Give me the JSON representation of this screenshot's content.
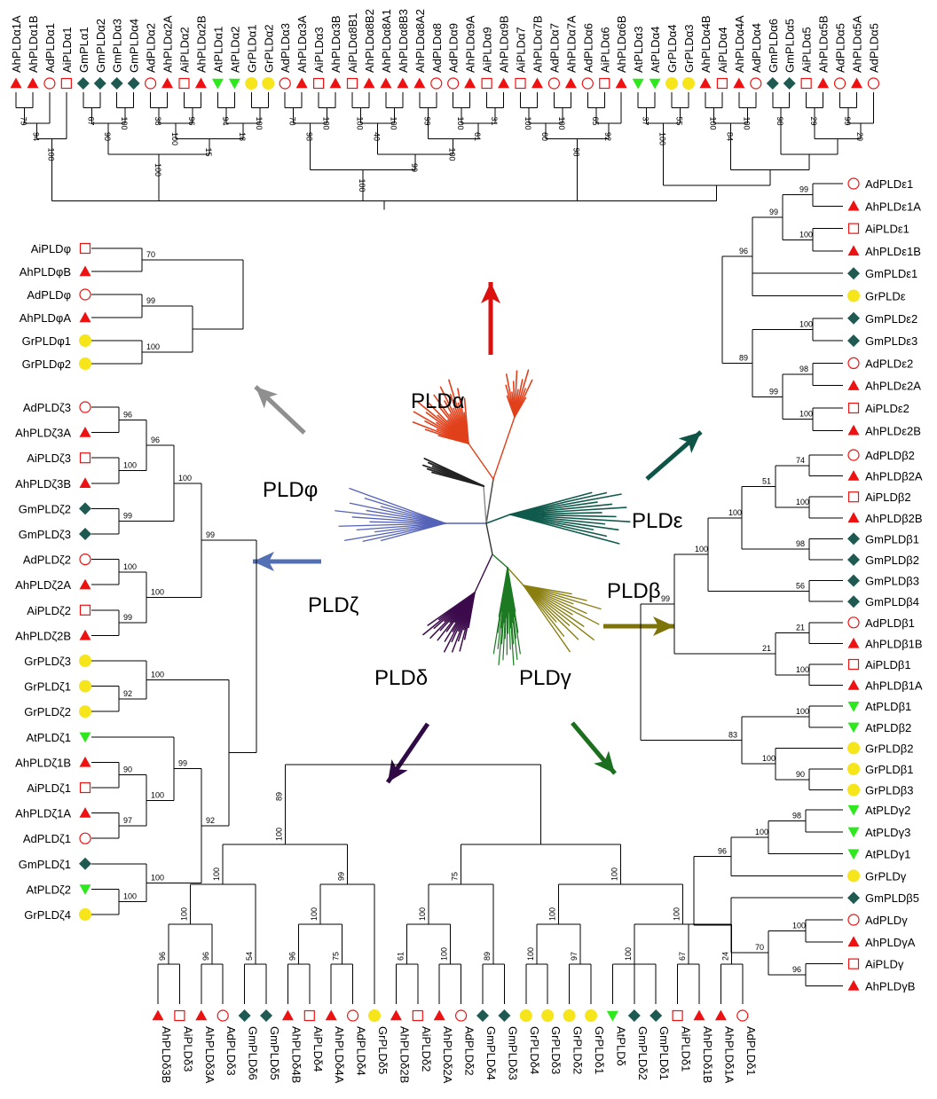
{
  "colors": {
    "Ah": "#ee1111",
    "Ai": "#ee1111",
    "Ad": "#ee1111",
    "Gm": "#1f5a52",
    "Gr": "#f5e51a",
    "At": "#2ee81e",
    "alpha": "#e0401a",
    "phi": "#909090",
    "zeta": "#5462b8",
    "delta": "#3c0b4c",
    "gamma": "#1d7a23",
    "beta": "#8a7f10",
    "epsilon": "#0f5a4c"
  },
  "markers": {
    "Ah": "triangle-up-filled",
    "Ai": "square-open",
    "Ad": "circle-open",
    "Gm": "diamond-filled",
    "Gr": "circle-filled",
    "At": "triangle-down-filled"
  },
  "center": {
    "labels": {
      "alpha": "PLDα",
      "phi": "PLDφ",
      "zeta": "PLDζ",
      "delta": "PLDδ",
      "gamma": "PLDγ",
      "beta": "PLDβ",
      "epsilon": "PLDε"
    }
  },
  "clades": {
    "alpha": {
      "leaves": [
        {
          "name": "AhPLDα1A",
          "sp": "Ah"
        },
        {
          "name": "AhPLDα1B",
          "sp": "Ah"
        },
        {
          "name": "AdPLDα1",
          "sp": "Ad"
        },
        {
          "name": "AiPLDα1",
          "sp": "Ai"
        },
        {
          "name": "GmPLα1",
          "sp": "Gm"
        },
        {
          "name": "GmPLDα2",
          "sp": "Gm"
        },
        {
          "name": "GmPLDα3",
          "sp": "Gm"
        },
        {
          "name": "GmPLDα4",
          "sp": "Gm"
        },
        {
          "name": "AdPLDα2",
          "sp": "Ad"
        },
        {
          "name": "AhPLDα2A",
          "sp": "Ah"
        },
        {
          "name": "AiPLDα2",
          "sp": "Ai"
        },
        {
          "name": "AhPLDα2B",
          "sp": "Ah"
        },
        {
          "name": "AtPLDα1",
          "sp": "At"
        },
        {
          "name": "AtPLDα2",
          "sp": "At"
        },
        {
          "name": "GrPLDα1",
          "sp": "Gr"
        },
        {
          "name": "GrPLDα2",
          "sp": "Gr"
        },
        {
          "name": "AdPLDα3",
          "sp": "Ad"
        },
        {
          "name": "AhPLDα3A",
          "sp": "Ah"
        },
        {
          "name": "AiPLDα3",
          "sp": "Ai"
        },
        {
          "name": "AhPLDα3B",
          "sp": "Ah"
        },
        {
          "name": "AiPLDα8B1",
          "sp": "Ai"
        },
        {
          "name": "AhPLDα8B2",
          "sp": "Ah"
        },
        {
          "name": "AhPLDα8A1",
          "sp": "Ah"
        },
        {
          "name": "AhPLDα8B3",
          "sp": "Ah"
        },
        {
          "name": "AhPLDα8A2",
          "sp": "Ah"
        },
        {
          "name": "AdPLDα8",
          "sp": "Ad"
        },
        {
          "name": "AdPLDα9",
          "sp": "Ad"
        },
        {
          "name": "AhPLDα9A",
          "sp": "Ah"
        },
        {
          "name": "AiPLDα9",
          "sp": "Ai"
        },
        {
          "name": "AhPLDα9B",
          "sp": "Ah"
        },
        {
          "name": "AiPLDα7",
          "sp": "Ai"
        },
        {
          "name": "AhPLDα7B",
          "sp": "Ah"
        },
        {
          "name": "AdPLDα7",
          "sp": "Ad"
        },
        {
          "name": "AhPLDα7A",
          "sp": "Ah"
        },
        {
          "name": "AdPLDα6",
          "sp": "Ad"
        },
        {
          "name": "AiPLDα6",
          "sp": "Ai"
        },
        {
          "name": "AhPLDα6B",
          "sp": "Ah"
        },
        {
          "name": "AtPLDα3",
          "sp": "At"
        },
        {
          "name": "AtPLDα4",
          "sp": "At"
        },
        {
          "name": "GrPLDα4",
          "sp": "Gr"
        },
        {
          "name": "GrPLDα3",
          "sp": "Gr"
        },
        {
          "name": "AhPLDα4B",
          "sp": "Ah"
        },
        {
          "name": "AiPLDα4",
          "sp": "Ai"
        },
        {
          "name": "AhPLDα4A",
          "sp": "Ah"
        },
        {
          "name": "AdPLDα4",
          "sp": "Ad"
        },
        {
          "name": "GmPLDα6",
          "sp": "Gm"
        },
        {
          "name": "GmPLDα5",
          "sp": "Gm"
        },
        {
          "name": "AiPLDα5",
          "sp": "Ai"
        },
        {
          "name": "AhPLDα5B",
          "sp": "Ah"
        },
        {
          "name": "AdPLDα5",
          "sp": "Ad"
        },
        {
          "name": "AhPLDα5A",
          "sp": "Ah"
        },
        {
          "name": "AdPLDα5",
          "sp": "Ad"
        }
      ],
      "bootstrap": [
        "79",
        "94",
        "100",
        "67",
        "100",
        "90",
        "38",
        "96",
        "100",
        "94",
        "100",
        "18",
        "15",
        "100",
        "70",
        "100",
        "98",
        "100",
        "100",
        "40",
        "99",
        "100",
        "31",
        "61",
        "100",
        "99",
        "100",
        "100",
        "100",
        "60",
        "65",
        "92",
        "98",
        "37",
        "55",
        "100",
        "100",
        "100",
        "84",
        "98",
        "29",
        "99",
        "20"
      ]
    },
    "phi": {
      "leaves": [
        {
          "name": "AiPLDφ",
          "sp": "Ai"
        },
        {
          "name": "AhPLDφB",
          "sp": "Ah"
        },
        {
          "name": "AdPLDφ",
          "sp": "Ad"
        },
        {
          "name": "AhPLDφA",
          "sp": "Ah"
        },
        {
          "name": "GrPLDφ1",
          "sp": "Gr"
        },
        {
          "name": "GrPLDφ2",
          "sp": "Gr"
        }
      ],
      "bootstrap": [
        "70",
        "99",
        "100"
      ]
    },
    "zeta": {
      "leaves": [
        {
          "name": "AdPLDζ3",
          "sp": "Ad"
        },
        {
          "name": "AhPLDζ3A",
          "sp": "Ah"
        },
        {
          "name": "AiPLDζ3",
          "sp": "Ai"
        },
        {
          "name": "AhPLDζ3B",
          "sp": "Ah"
        },
        {
          "name": "GmPLDζ2",
          "sp": "Gm"
        },
        {
          "name": "GmPLDζ3",
          "sp": "Gm"
        },
        {
          "name": "AdPLDζ2",
          "sp": "Ad"
        },
        {
          "name": "AhPLDζ2A",
          "sp": "Ah"
        },
        {
          "name": "AiPLDζ2",
          "sp": "Ai"
        },
        {
          "name": "AhPLDζ2B",
          "sp": "Ah"
        },
        {
          "name": "GrPLDζ3",
          "sp": "Gr"
        },
        {
          "name": "GrPLDζ1",
          "sp": "Gr"
        },
        {
          "name": "GrPLDζ2",
          "sp": "Gr"
        },
        {
          "name": "AtPLDζ1",
          "sp": "At"
        },
        {
          "name": "AhPLDζ1B",
          "sp": "Ah"
        },
        {
          "name": "AiPLDζ1",
          "sp": "Ai"
        },
        {
          "name": "AhPLDζ1A",
          "sp": "Ah"
        },
        {
          "name": "AdPLDζ1",
          "sp": "Ad"
        },
        {
          "name": "GmPLDζ1",
          "sp": "Gm"
        },
        {
          "name": "AtPLDζ2",
          "sp": "At"
        },
        {
          "name": "GrPLDζ4",
          "sp": "Gr"
        }
      ],
      "bootstrap": [
        "96",
        "100",
        "96",
        "99",
        "100",
        "100",
        "99",
        "100",
        "99",
        "92",
        "100",
        "90",
        "97",
        "100",
        "99",
        "100",
        "100",
        "92"
      ]
    },
    "epsilon": {
      "leaves": [
        {
          "name": "AdPLDε1",
          "sp": "Ad"
        },
        {
          "name": "AhPLDε1A",
          "sp": "Ah"
        },
        {
          "name": "AiPLDε1",
          "sp": "Ai"
        },
        {
          "name": "AhPLDε1B",
          "sp": "Ah"
        },
        {
          "name": "GmPLDε1",
          "sp": "Gm"
        },
        {
          "name": "GrPLDε",
          "sp": "Gr"
        },
        {
          "name": "GmPLDε2",
          "sp": "Gm"
        },
        {
          "name": "GmPLDε3",
          "sp": "Gm"
        },
        {
          "name": "AdPLDε2",
          "sp": "Ad"
        },
        {
          "name": "AhPLDε2A",
          "sp": "Ah"
        },
        {
          "name": "AiPLDε2",
          "sp": "Ai"
        },
        {
          "name": "AhPLDε2B",
          "sp": "Ah"
        }
      ],
      "bootstrap": [
        "99",
        "100",
        "99",
        "96",
        "100",
        "98",
        "100",
        "99",
        "89"
      ]
    },
    "beta": {
      "leaves": [
        {
          "name": "AdPLDβ2",
          "sp": "Ad"
        },
        {
          "name": "AhPLDβ2A",
          "sp": "Ah"
        },
        {
          "name": "AiPLDβ2",
          "sp": "Ai"
        },
        {
          "name": "AhPLDβ2B",
          "sp": "Ah"
        },
        {
          "name": "GmPLDβ1",
          "sp": "Gm"
        },
        {
          "name": "GmPLDβ2",
          "sp": "Gm"
        },
        {
          "name": "GmPLDβ3",
          "sp": "Gm"
        },
        {
          "name": "GmPLDβ4",
          "sp": "Gm"
        },
        {
          "name": "AdPLDβ1",
          "sp": "Ad"
        },
        {
          "name": "AhPLDβ1B",
          "sp": "Ah"
        },
        {
          "name": "AiPLDβ1",
          "sp": "Ai"
        },
        {
          "name": "AhPLDβ1A",
          "sp": "Ah"
        },
        {
          "name": "AtPLDβ1",
          "sp": "At"
        },
        {
          "name": "AtPLDβ2",
          "sp": "At"
        },
        {
          "name": "GrPLDβ2",
          "sp": "Gr"
        },
        {
          "name": "GrPLDβ1",
          "sp": "Gr"
        },
        {
          "name": "GrPLDβ3",
          "sp": "Gr"
        }
      ],
      "bootstrap": [
        "74",
        "100",
        "51",
        "98",
        "100",
        "56",
        "100",
        "21",
        "100",
        "21",
        "99",
        "100",
        "90",
        "100",
        "83"
      ]
    },
    "gamma": {
      "leaves": [
        {
          "name": "AtPLDγ2",
          "sp": "At"
        },
        {
          "name": "AtPLDγ3",
          "sp": "At"
        },
        {
          "name": "AtPLDγ1",
          "sp": "At"
        },
        {
          "name": "GrPLDγ",
          "sp": "Gr"
        },
        {
          "name": "GmPLDβ5",
          "sp": "Gm"
        },
        {
          "name": "AdPLDγ",
          "sp": "Ad"
        },
        {
          "name": "AhPLDγA",
          "sp": "Ah"
        },
        {
          "name": "AiPLDγ",
          "sp": "Ai"
        },
        {
          "name": "AhPLDγB",
          "sp": "Ah"
        }
      ],
      "bootstrap": [
        "98",
        "100",
        "96",
        "100",
        "96",
        "70"
      ]
    },
    "delta": {
      "leaves": [
        {
          "name": "AhPLDδ3B",
          "sp": "Ah"
        },
        {
          "name": "AiPLDδ3",
          "sp": "Ai"
        },
        {
          "name": "AhPLDδ3A",
          "sp": "Ah"
        },
        {
          "name": "AdPLDδ3",
          "sp": "Ad"
        },
        {
          "name": "GmPLDδ6",
          "sp": "Gm"
        },
        {
          "name": "GmPLDδ5",
          "sp": "Gm"
        },
        {
          "name": "AhPLDδ4B",
          "sp": "Ah"
        },
        {
          "name": "AiPLDδ4",
          "sp": "Ai"
        },
        {
          "name": "AhPLDδ4A",
          "sp": "Ah"
        },
        {
          "name": "AdPLDδ4",
          "sp": "Ad"
        },
        {
          "name": "GrPLDδ5",
          "sp": "Gr"
        },
        {
          "name": "AhPLDδ2B",
          "sp": "Ah"
        },
        {
          "name": "AiPLDδ2",
          "sp": "Ai"
        },
        {
          "name": "AhPLDδ2A",
          "sp": "Ah"
        },
        {
          "name": "AdPLDδ2",
          "sp": "Ad"
        },
        {
          "name": "GmPLDδ4",
          "sp": "Gm"
        },
        {
          "name": "GmPLDδ3",
          "sp": "Gm"
        },
        {
          "name": "GrPLDδ4",
          "sp": "Gr"
        },
        {
          "name": "GrPLDδ3",
          "sp": "Gr"
        },
        {
          "name": "GrPLDδ2",
          "sp": "Gr"
        },
        {
          "name": "GrPLDδ1",
          "sp": "Gr"
        },
        {
          "name": "AtPLDδ",
          "sp": "At"
        },
        {
          "name": "GmPLDδ2",
          "sp": "Gm"
        },
        {
          "name": "GmPLDδ1",
          "sp": "Gm"
        },
        {
          "name": "AiPLDδ1",
          "sp": "Ai"
        },
        {
          "name": "AhPLDδ1B",
          "sp": "Ah"
        },
        {
          "name": "AhPLDδ1A",
          "sp": "Ah"
        },
        {
          "name": "AdPLDδ1",
          "sp": "Ad"
        }
      ],
      "bootstrap": [
        "96",
        "96",
        "100",
        "54",
        "100",
        "96",
        "75",
        "100",
        "99",
        "100",
        "89",
        "61",
        "100",
        "100",
        "89",
        "75",
        "100",
        "97",
        "100",
        "100",
        "67",
        "24",
        "100",
        "100"
      ]
    }
  }
}
